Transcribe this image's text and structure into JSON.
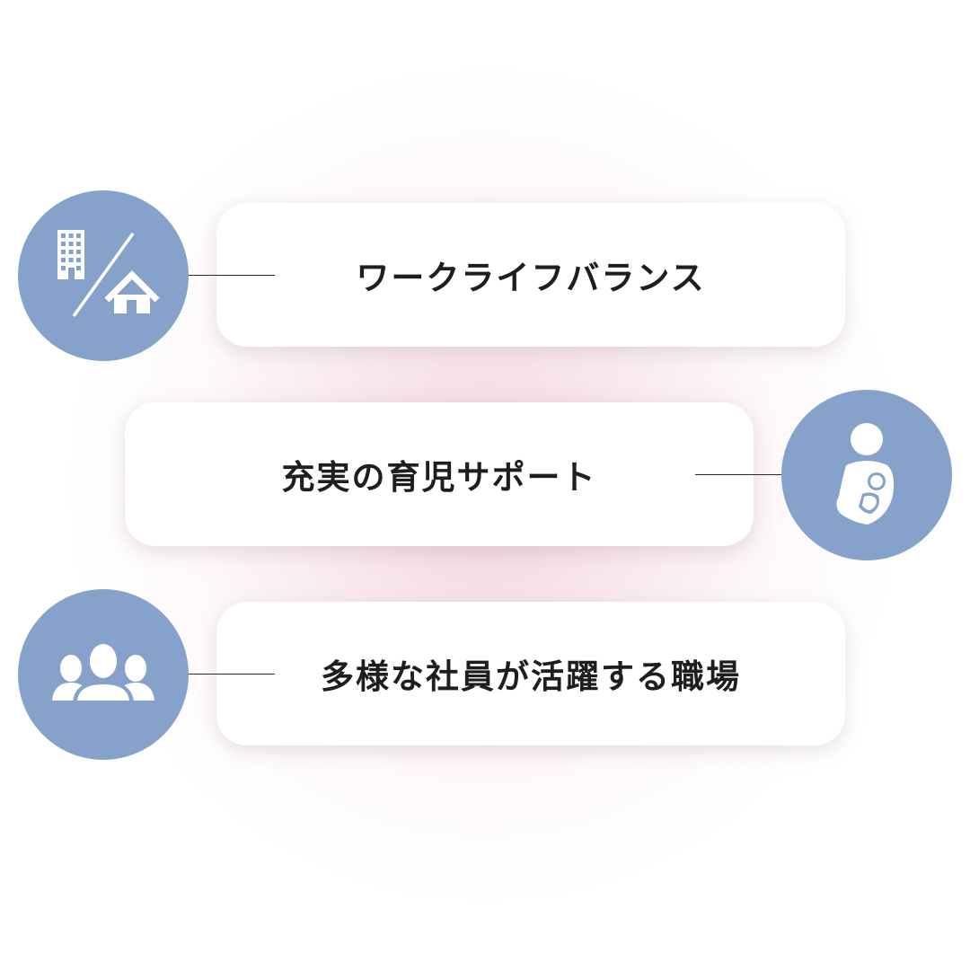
{
  "items": [
    {
      "label": "ワークライフバランス",
      "icon": "office-home-icon"
    },
    {
      "label": "充実の育児サポート",
      "icon": "parent-child-icon"
    },
    {
      "label": "多様な社員が活躍する職場",
      "icon": "people-group-icon"
    }
  ],
  "colors": {
    "circle": "#87a2ca",
    "text": "#1e1e1e",
    "card": "#ffffff",
    "glow": "#eec4d0"
  }
}
